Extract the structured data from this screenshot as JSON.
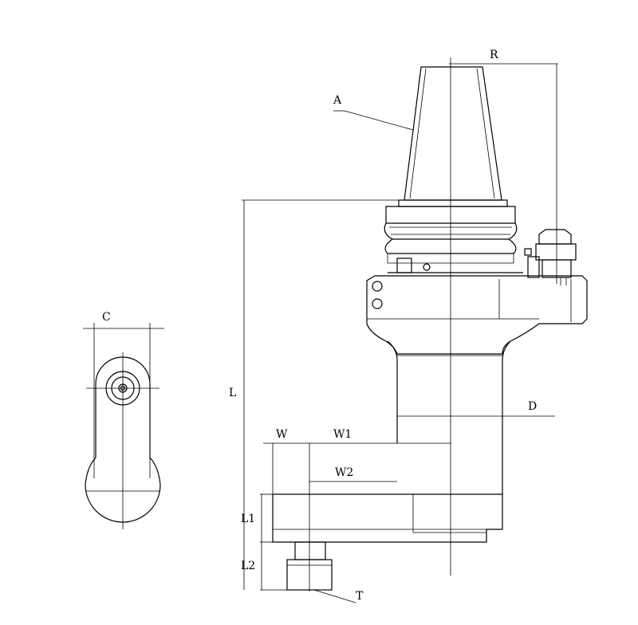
{
  "labels": {
    "R": "R",
    "A": "A",
    "C": "C",
    "L": "L",
    "D": "D",
    "W": "W",
    "W1": "W1",
    "W2": "W2",
    "L1": "L1",
    "L2": "L2",
    "T": "T"
  }
}
